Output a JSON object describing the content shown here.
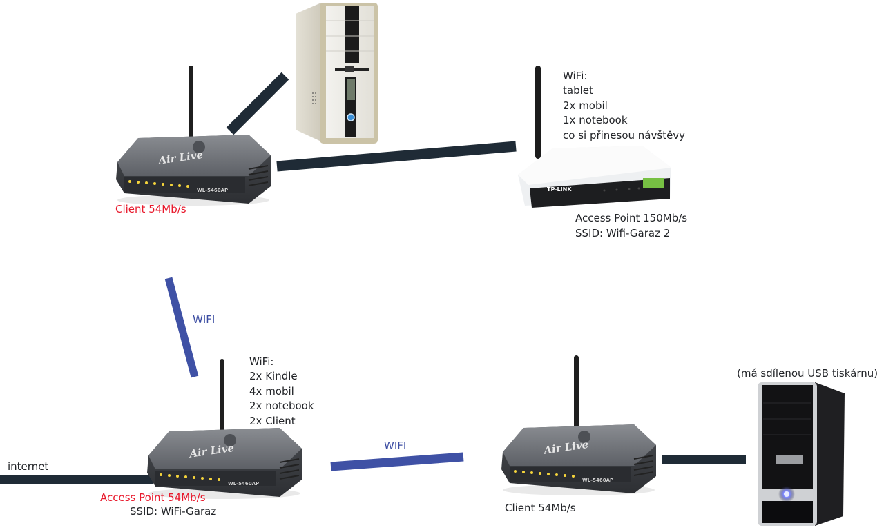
{
  "diagram": {
    "title": "Home network topology",
    "colors": {
      "wired_link": "#1f2b36",
      "wifi_link": "#3f51a5",
      "label_red": "#e8192c",
      "label_blue": "#3d4ea3",
      "label_dark": "#222428"
    },
    "devices": {
      "pc_top": {
        "type": "desktop-pc",
        "color": "beige"
      },
      "router_top": {
        "type": "router",
        "brand": "Air Live",
        "model": "WL-5460AP",
        "mode_label": "Client 54Mb/s"
      },
      "tplink_ap": {
        "type": "access-point",
        "brand": "TP-LINK",
        "wifi_heading": "WiFi:",
        "wifi_clients": [
          "tablet",
          "2x mobil",
          "1x notebook",
          "co si přinesou návštěvy"
        ],
        "mode_label": "Access Point 150Mb/s",
        "ssid_label": "SSID: Wifi-Garaz 2"
      },
      "router_main": {
        "type": "router",
        "brand": "Air Live",
        "model": "WL-5460AP",
        "wifi_heading": "WiFi:",
        "wifi_clients": [
          "2x Kindle",
          "4x mobil",
          "2x notebook",
          "2x Client"
        ],
        "mode_label": "Access Point 54Mb/s",
        "ssid_label": "SSID: WiFi-Garaz"
      },
      "router_right": {
        "type": "router",
        "brand": "Air Live",
        "model": "WL-5460AP",
        "mode_label": "Client 54Mb/s"
      },
      "pc_right": {
        "type": "desktop-pc",
        "color": "black",
        "note": "(má sdílenou USB tiskárnu)"
      }
    },
    "links": [
      {
        "from": "router_top",
        "to": "pc_top",
        "kind": "wired"
      },
      {
        "from": "router_top",
        "to": "tplink_ap",
        "kind": "wired"
      },
      {
        "from": "router_main",
        "to": "router_top",
        "kind": "wifi",
        "label": "WIFI"
      },
      {
        "from": "router_main",
        "to": "router_right",
        "kind": "wifi",
        "label": "WIFI"
      },
      {
        "from": "internet",
        "to": "router_main",
        "kind": "wired",
        "label": "internet"
      },
      {
        "from": "router_right",
        "to": "pc_right",
        "kind": "wired"
      }
    ],
    "internet_label": "internet",
    "wifi_label_left": "WIFI",
    "wifi_label_bottom": "WIFI"
  }
}
